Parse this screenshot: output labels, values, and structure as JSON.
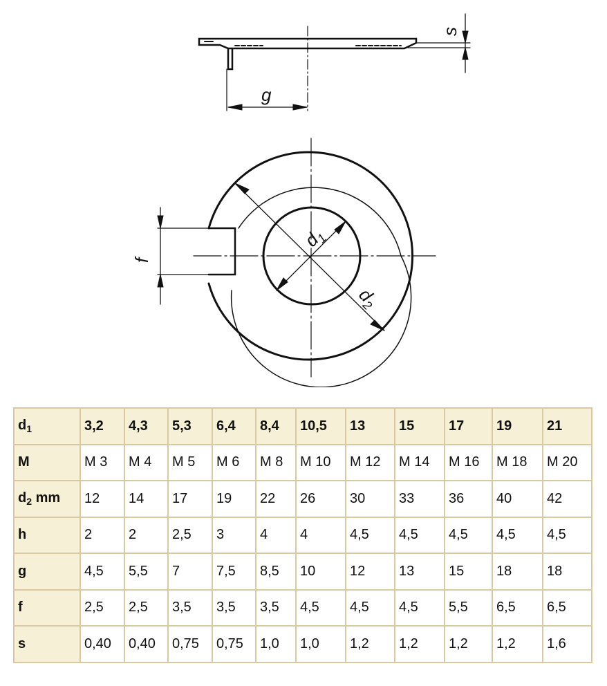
{
  "drawing": {
    "labels": {
      "s": "s",
      "g": "g",
      "f": "f",
      "d1": "d",
      "d1_sub": "1",
      "d2": "d",
      "d2_sub": "2"
    }
  },
  "table": {
    "rows": [
      {
        "label": "d",
        "label_sub": "1",
        "label_suffix": "",
        "header": true,
        "values": [
          "3,2",
          "4,3",
          "5,3",
          "6,4",
          "8,4",
          "10,5",
          "13",
          "15",
          "17",
          "19",
          "21"
        ]
      },
      {
        "label": "M",
        "values": [
          "M 3",
          "M 4",
          "M 5",
          "M 6",
          "M 8",
          "M 10",
          "M 12",
          "M 14",
          "M 16",
          "M 18",
          "M 20"
        ]
      },
      {
        "label": "d",
        "label_sub": "2",
        "label_suffix": " mm",
        "values": [
          "12",
          "14",
          "17",
          "19",
          "22",
          "26",
          "30",
          "33",
          "36",
          "40",
          "42"
        ]
      },
      {
        "label": "h",
        "values": [
          "2",
          "2",
          "2,5",
          "3",
          "4",
          "4",
          "4,5",
          "4,5",
          "4,5",
          "4,5",
          "4,5"
        ]
      },
      {
        "label": "g",
        "values": [
          "4,5",
          "5,5",
          "7",
          "7,5",
          "8,5",
          "10",
          "12",
          "13",
          "15",
          "18",
          "18"
        ]
      },
      {
        "label": "f",
        "values": [
          "2,5",
          "2,5",
          "3,5",
          "3,5",
          "3,5",
          "4,5",
          "4,5",
          "4,5",
          "5,5",
          "6,5",
          "6,5"
        ]
      },
      {
        "label": "s",
        "values": [
          "0,40",
          "0,40",
          "0,75",
          "0,75",
          "1,0",
          "1,0",
          "1,2",
          "1,2",
          "1,2",
          "1,2",
          "1,6"
        ]
      }
    ]
  }
}
